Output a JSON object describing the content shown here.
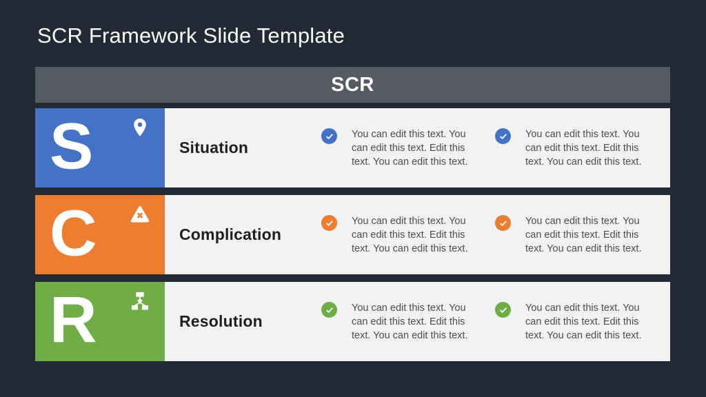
{
  "slide": {
    "title": "SCR Framework Slide Template",
    "background_color": "#222A35",
    "row_background": "#F2F2F2",
    "header": {
      "label": "SCR",
      "background_color": "#555A64",
      "text_color": "#FFFFFF"
    },
    "rows": [
      {
        "letter": "S",
        "label": "Situation",
        "color": "#4472C4",
        "icon": "location-pin-icon",
        "items": [
          {
            "icon": "check-circle-icon",
            "text": "You can edit this text. You can edit this text. Edit this text. You can edit this text."
          },
          {
            "icon": "check-circle-icon",
            "text": "You can edit this text. You can edit this text. Edit this text. You can edit this text."
          }
        ]
      },
      {
        "letter": "C",
        "label": "Complication",
        "color": "#ED7D31",
        "icon": "warning-triangle-icon",
        "items": [
          {
            "icon": "check-circle-icon",
            "text": "You can edit this text. You can edit this text. Edit this text. You can edit this text."
          },
          {
            "icon": "check-circle-icon",
            "text": "You can edit this text. You can edit this text. Edit this text. You can edit this text."
          }
        ]
      },
      {
        "letter": "R",
        "label": "Resolution",
        "color": "#70AD47",
        "icon": "org-chart-icon",
        "items": [
          {
            "icon": "check-circle-icon",
            "text": "You can edit this text. You can edit this text. Edit this text. You can edit this text."
          },
          {
            "icon": "check-circle-icon",
            "text": "You can edit this text. You can edit this text. Edit this text. You can edit this text."
          }
        ]
      }
    ]
  }
}
